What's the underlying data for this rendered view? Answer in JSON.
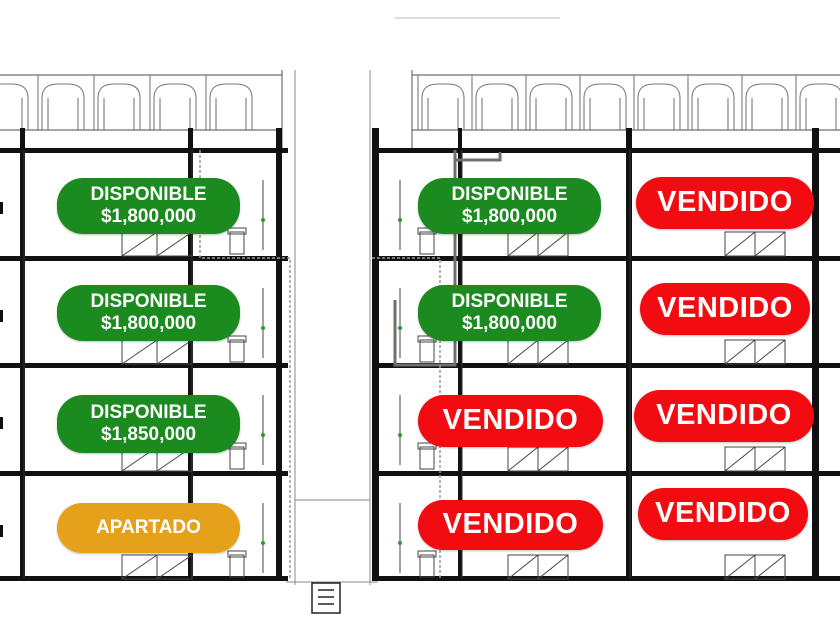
{
  "colors": {
    "available": "#1b8a1f",
    "sold": "#f20c12",
    "reserved": "#e5a11a",
    "wall": "#111111",
    "line": "#6f6f6f"
  },
  "units": [
    {
      "id": "left-1",
      "status": "available",
      "label": "DISPONIBLE",
      "price": "$1,800,000"
    },
    {
      "id": "left-2",
      "status": "available",
      "label": "DISPONIBLE",
      "price": "$1,800,000"
    },
    {
      "id": "left-3",
      "status": "available",
      "label": "DISPONIBLE",
      "price": "$1,850,000"
    },
    {
      "id": "left-4",
      "status": "reserved",
      "label": "APARTADO",
      "price": ""
    },
    {
      "id": "mid-1",
      "status": "available",
      "label": "DISPONIBLE",
      "price": "$1,800,000"
    },
    {
      "id": "mid-2",
      "status": "available",
      "label": "DISPONIBLE",
      "price": "$1,800,000"
    },
    {
      "id": "mid-3",
      "status": "sold",
      "label": "VENDIDO",
      "price": ""
    },
    {
      "id": "mid-4",
      "status": "sold",
      "label": "VENDIDO",
      "price": ""
    },
    {
      "id": "right-1",
      "status": "sold",
      "label": "VENDIDO",
      "price": ""
    },
    {
      "id": "right-2",
      "status": "sold",
      "label": "VENDIDO",
      "price": ""
    },
    {
      "id": "right-3",
      "status": "sold",
      "label": "VENDIDO",
      "price": ""
    },
    {
      "id": "right-4",
      "status": "sold",
      "label": "VENDIDO",
      "price": ""
    }
  ]
}
